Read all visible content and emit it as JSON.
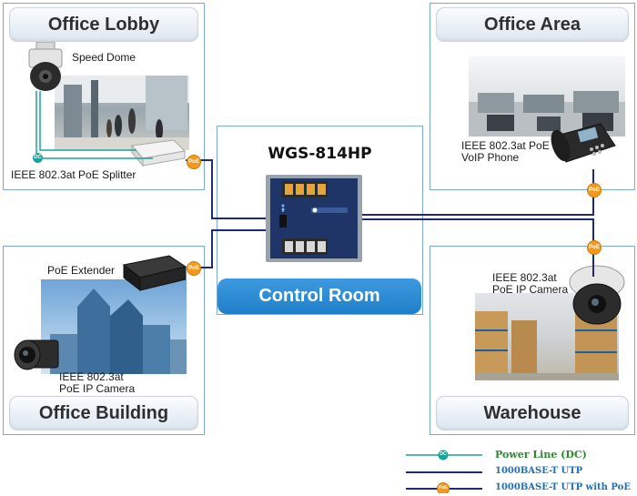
{
  "zones": {
    "office_lobby": "Office Lobby",
    "office_area": "Office Area",
    "office_building": "Office Building",
    "warehouse": "Warehouse",
    "control_room": "Control Room"
  },
  "switch_model": "WGS-814HP",
  "devices": {
    "speed_dome": "Speed Dome",
    "poe_splitter": "IEEE 802.3at PoE Splitter",
    "voip_line1": "IEEE 802.3at PoE",
    "voip_line2": "VoIP Phone",
    "poe_extender": "PoE Extender",
    "building_cam_line1": "IEEE 802.3at",
    "building_cam_line2": "PoE IP Camera",
    "warehouse_cam_line1": "IEEE 802.3at",
    "warehouse_cam_line2": "PoE IP Camera"
  },
  "badges": {
    "poe": "PoE",
    "dc": "DC"
  },
  "legend": [
    {
      "text": "Power Line (DC)",
      "color": "#2a8a2a",
      "badge": "DC"
    },
    {
      "text": "1000BASE-T UTP",
      "color": "#1f6fb8",
      "badge": ""
    },
    {
      "text": "1000BASE-T UTP with PoE",
      "color": "#1f6fb8",
      "badge": "PoE"
    }
  ],
  "colors": {
    "utp": "#1f2a7a",
    "dc": "#1aa39a",
    "poe_badge": "#f39a1e",
    "control_room": "#1e7fc8"
  }
}
